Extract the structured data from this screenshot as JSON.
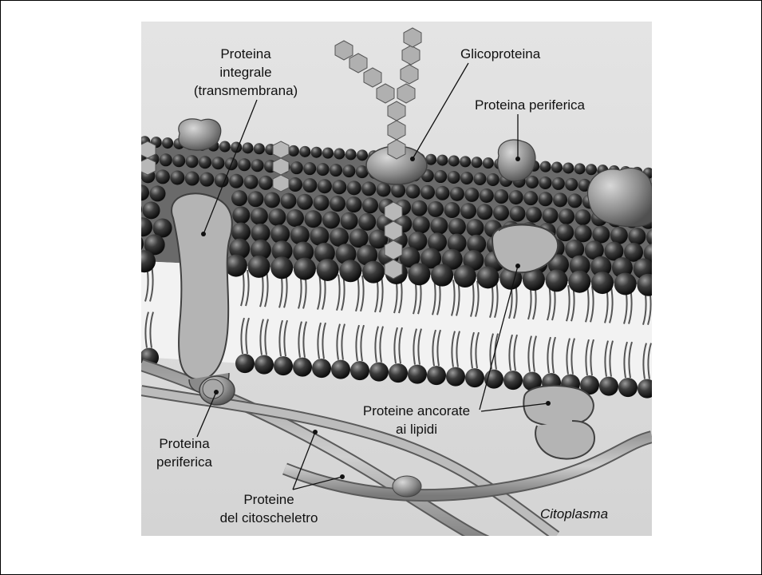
{
  "figure": {
    "background": "#e9e9e9",
    "labels": {
      "proteina_integrale": [
        "Proteina",
        "integrale",
        "(transmembrana)"
      ],
      "glicoproteina": "Glicoproteina",
      "proteina_periferica_top": "Proteina periferica",
      "proteine_ancorate": [
        "Proteine ancorate",
        "ai lipidi"
      ],
      "proteina_periferica_bottom": [
        "Proteina",
        "periferica"
      ],
      "proteine_citoscheletro": [
        "Proteine",
        "del citoscheletro"
      ],
      "citoplasma": "Citoplasma"
    }
  }
}
